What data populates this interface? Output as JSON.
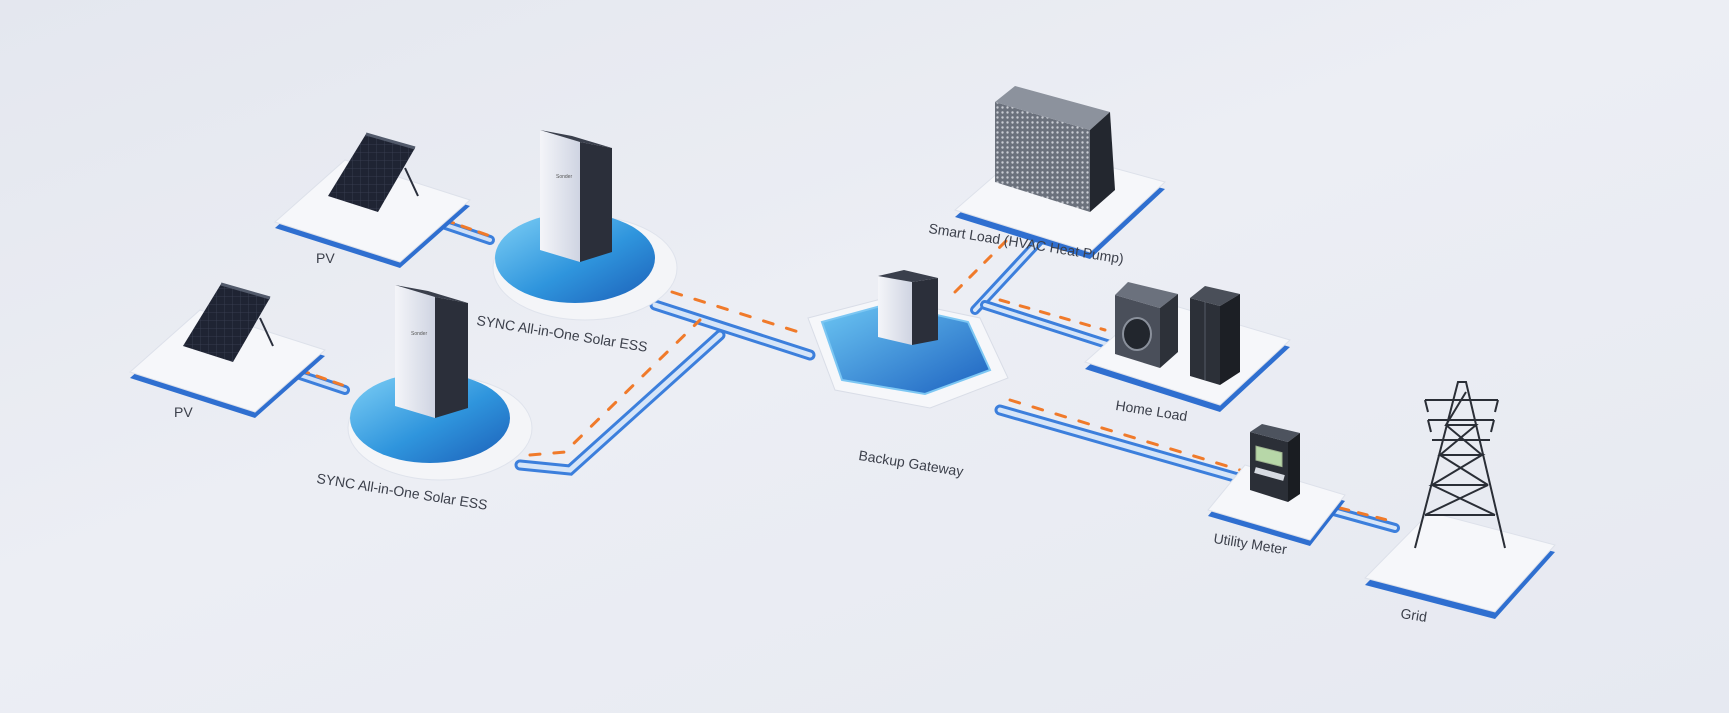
{
  "diagram": {
    "nodes": [
      {
        "id": "pv1",
        "label": "PV",
        "icon": "solar-panel-icon"
      },
      {
        "id": "pv2",
        "label": "PV",
        "icon": "solar-panel-icon"
      },
      {
        "id": "ess1",
        "label": "SYNC All-in-One Solar ESS",
        "icon": "battery-cabinet-icon"
      },
      {
        "id": "ess2",
        "label": "SYNC All-in-One Solar ESS",
        "icon": "battery-cabinet-icon"
      },
      {
        "id": "gateway",
        "label": "Backup Gateway",
        "icon": "gateway-box-icon"
      },
      {
        "id": "smart_load",
        "label": "Smart Load (HVAC Heat Pump)",
        "icon": "heat-pump-icon"
      },
      {
        "id": "home_load",
        "label": "Home Load",
        "icon": "appliances-icon"
      },
      {
        "id": "meter",
        "label": "Utility Meter",
        "icon": "electric-meter-icon"
      },
      {
        "id": "grid",
        "label": "Grid",
        "icon": "transmission-tower-icon"
      }
    ],
    "connections": [
      {
        "from": "pv1",
        "to": "ess1"
      },
      {
        "from": "pv2",
        "to": "ess2"
      },
      {
        "from": "ess1",
        "to": "gateway"
      },
      {
        "from": "ess2",
        "to": "gateway"
      },
      {
        "from": "gateway",
        "to": "smart_load"
      },
      {
        "from": "gateway",
        "to": "home_load"
      },
      {
        "from": "gateway",
        "to": "meter"
      },
      {
        "from": "meter",
        "to": "grid"
      }
    ],
    "colors": {
      "background": "#e8ebf2",
      "platform": "#f5f6f9",
      "platform_edge": "#2f6fd0",
      "pipe": "#4a8ae0",
      "flow": "#f07a2a",
      "pad_blue": "#3aa6e6"
    }
  }
}
